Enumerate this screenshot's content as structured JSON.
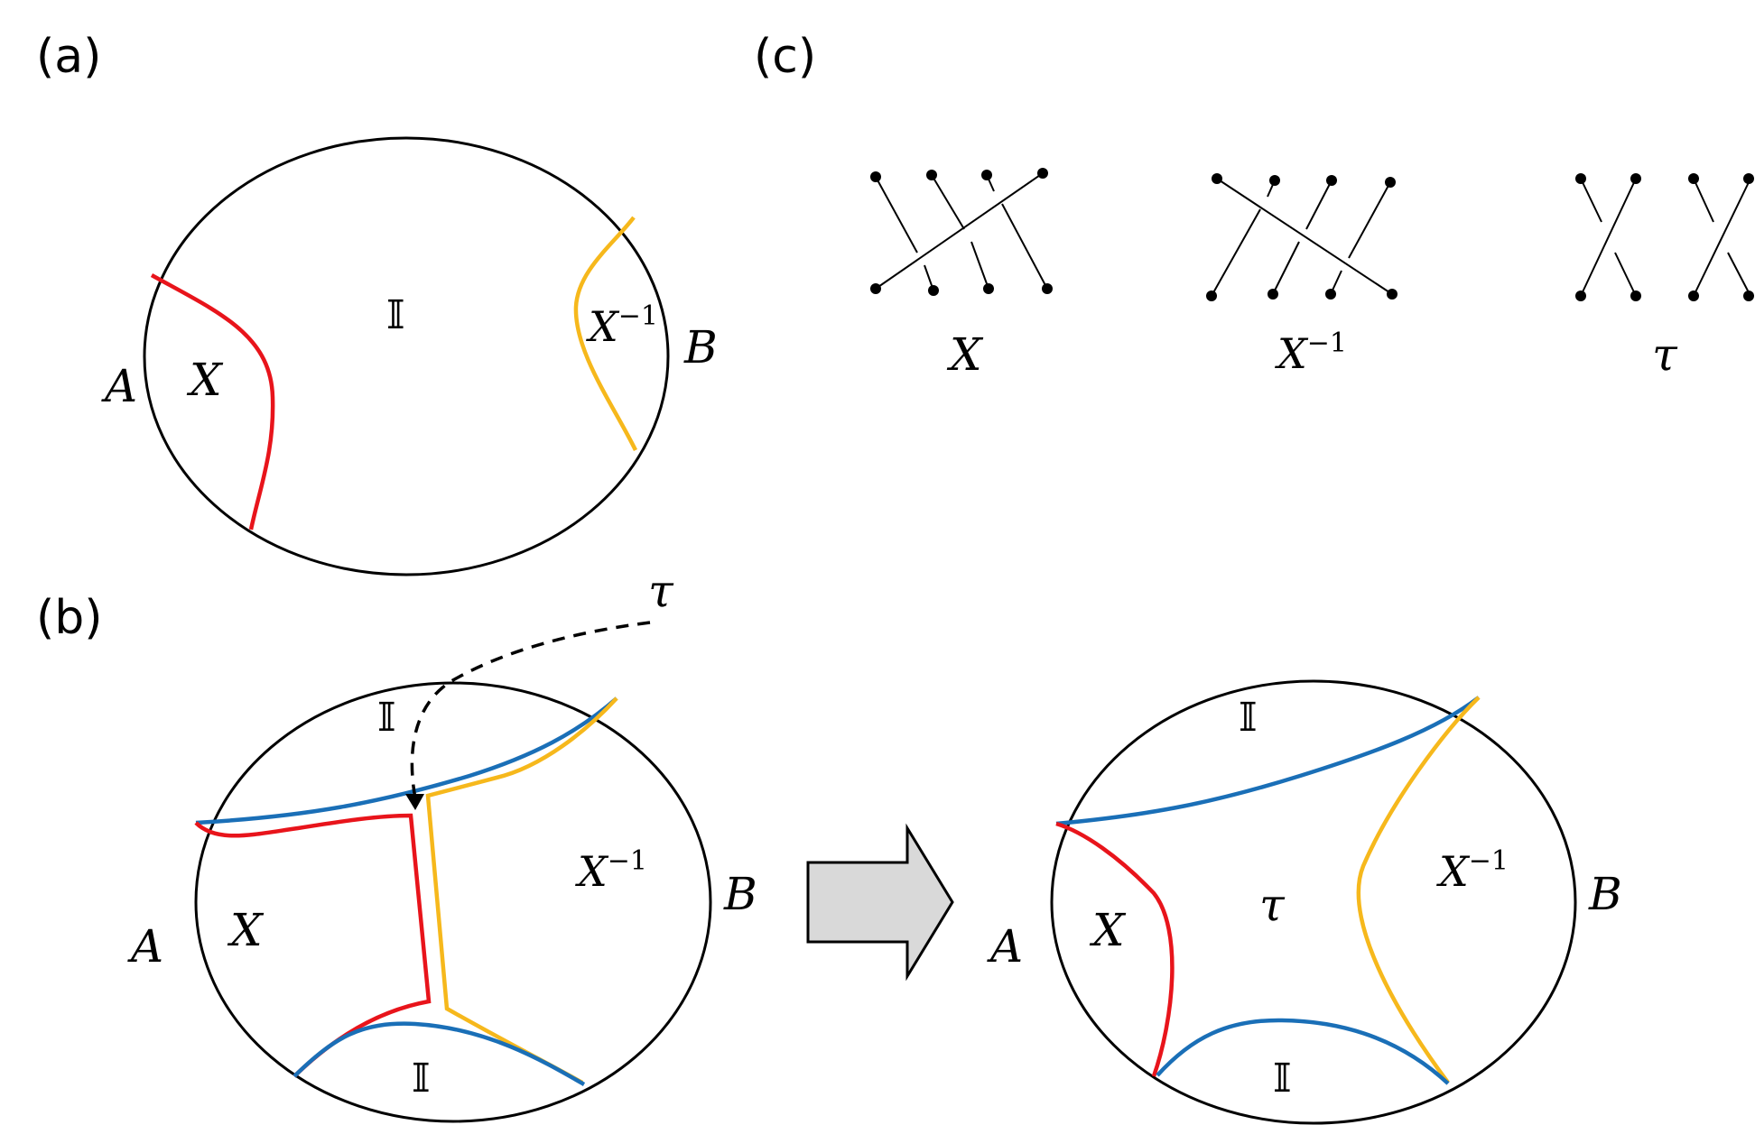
{
  "panels": {
    "a": {
      "label": "(a)",
      "left_boundary": "A",
      "right_boundary": "B",
      "regions": {
        "left": "X",
        "center": "𝕀",
        "right": "X",
        "right_sup": "−1"
      }
    },
    "b": {
      "label": "(b)",
      "arrow_label": "τ",
      "before": {
        "left_boundary": "A",
        "right_boundary": "B",
        "regions": {
          "top": "𝕀",
          "left": "X",
          "right": "X",
          "right_sup": "−1",
          "bottom": "𝕀"
        }
      },
      "after": {
        "left_boundary": "A",
        "right_boundary": "B",
        "regions": {
          "top": "𝕀",
          "left": "X",
          "center": "τ",
          "right": "X",
          "right_sup": "−1",
          "bottom": "𝕀"
        }
      }
    },
    "c": {
      "label": "(c)",
      "captions": {
        "x": "X",
        "x_inv": "X",
        "x_inv_sup": "−1",
        "tau": "τ"
      }
    }
  },
  "colors": {
    "red": "#e8141b",
    "yellow": "#f6b81c",
    "blue": "#1a6fb7",
    "arrow_fill": "#d9d9d9"
  }
}
